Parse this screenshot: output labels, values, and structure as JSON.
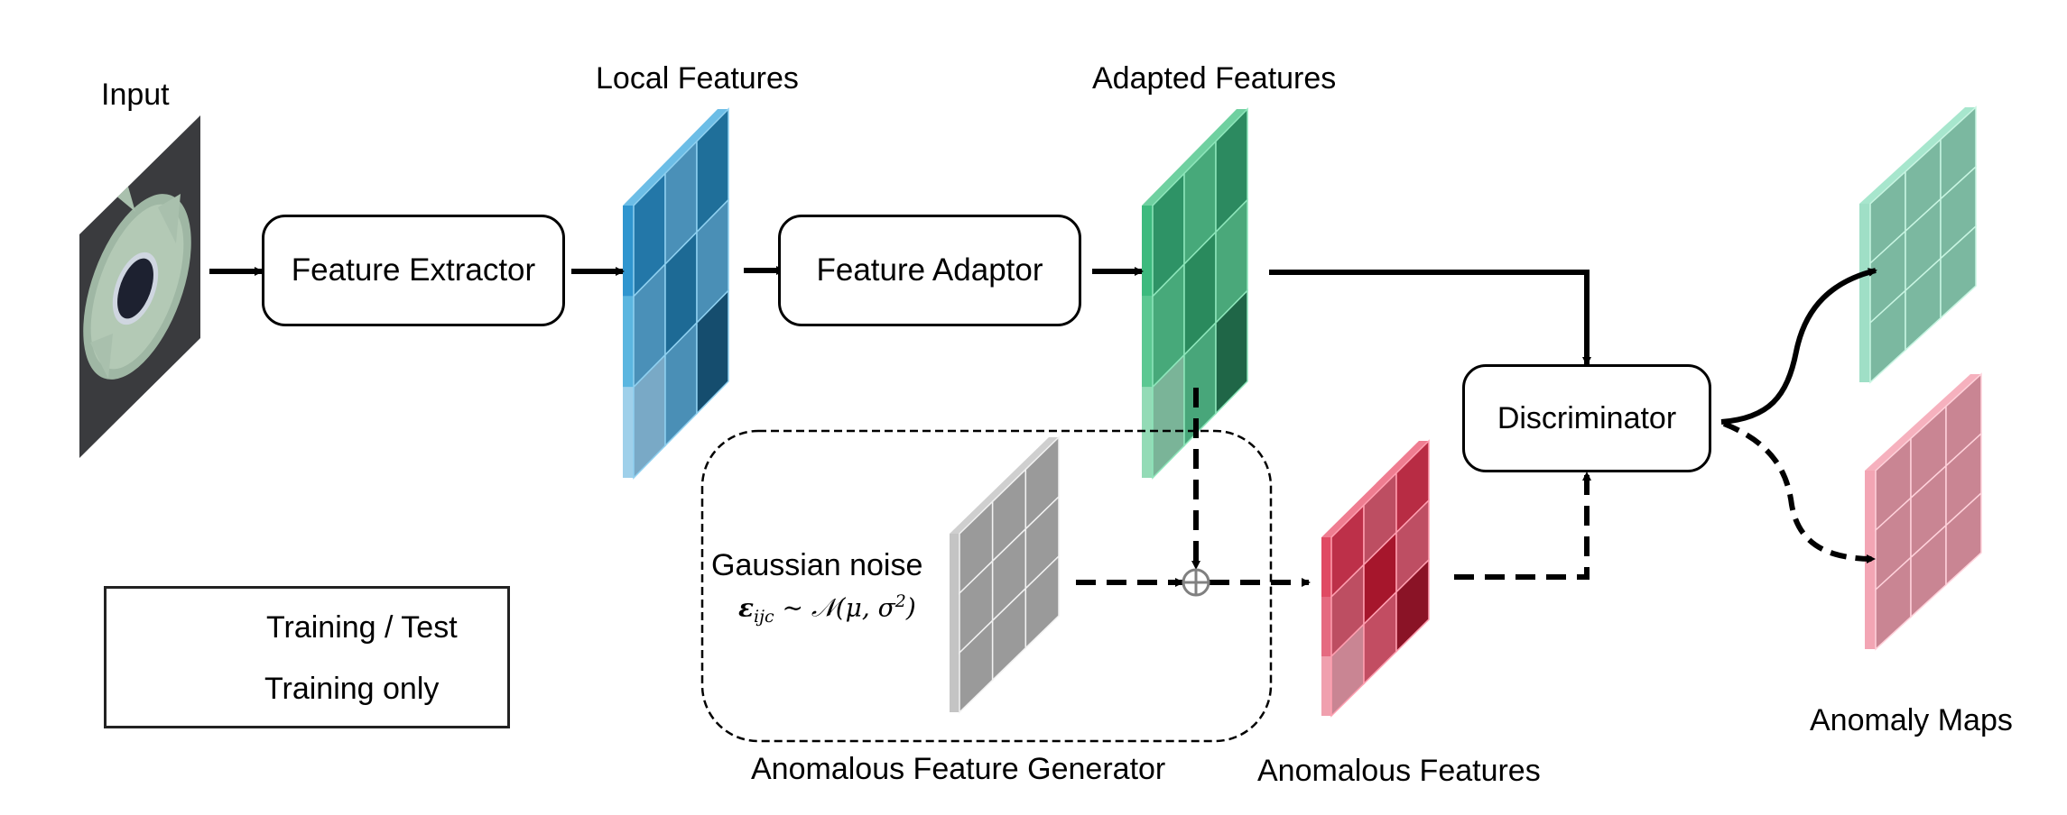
{
  "title": "Anomaly detection pipeline with anomalous feature generation",
  "labels": {
    "input": "Input",
    "local_features": "Local Features",
    "adapted_features": "Adapted Features",
    "anomalous_features": "Anomalous Features",
    "anomaly_maps": "Anomaly Maps",
    "generator": "Anomalous Feature Generator",
    "gaussian_noise": "Gaussian noise"
  },
  "formula": {
    "symbol": "ε",
    "subscript": "ijc",
    "relation": " ~ ",
    "distribution": "𝒩",
    "params_open": "(μ, σ",
    "power": "2",
    "params_close": ")"
  },
  "modules": {
    "feature_extractor": "Feature Extractor",
    "feature_adaptor": "Feature Adaptor",
    "discriminator": "Discriminator"
  },
  "legend": {
    "solid": "Training / Test",
    "dashed": "Training only"
  },
  "feature_maps": {
    "local": {
      "side": [
        "#2f95cf",
        "#5bb6e0",
        "#9fd0ea"
      ],
      "top": "#6cbde6",
      "cells": [
        [
          "#2377a8",
          "#4a90b8",
          "#1f6f9a"
        ],
        [
          "#4a90b8",
          "#1d6a95",
          "#4a8fb6"
        ],
        [
          "#79a9c6",
          "#4a8fb6",
          "#154d6e"
        ]
      ],
      "line": "#8fd0f0"
    },
    "adapted": {
      "side": [
        "#3dba7e",
        "#5cc892",
        "#93dbb6"
      ],
      "top": "#6fd0a0",
      "cells": [
        [
          "#2e9366",
          "#47a97a",
          "#2c8a60"
        ],
        [
          "#47a97a",
          "#2a8a5d",
          "#4aa87a"
        ],
        [
          "#7ab498",
          "#48a67a",
          "#1f6647"
        ]
      ],
      "line": "#8ee6bb"
    },
    "noise": {
      "side": [
        "#c4c4c4",
        "#c4c4c4",
        "#c4c4c4"
      ],
      "top": "#cfcfcf",
      "cells": [
        [
          "#9a9a9a",
          "#9a9a9a",
          "#9a9a9a"
        ],
        [
          "#9a9a9a",
          "#9a9a9a",
          "#9a9a9a"
        ],
        [
          "#9a9a9a",
          "#9a9a9a",
          "#9a9a9a"
        ]
      ],
      "line": "#f2f2f2"
    },
    "anomalous": {
      "side": [
        "#e04a63",
        "#e56a80",
        "#f0a0ae"
      ],
      "top": "#ef7d91",
      "cells": [
        [
          "#bd3049",
          "#bd4e62",
          "#b82c44"
        ],
        [
          "#bd4e62",
          "#a6162c",
          "#be4e63"
        ],
        [
          "#c98593",
          "#c24d62",
          "#8a1326"
        ]
      ],
      "line": "#ff9fb0"
    },
    "map_normal": {
      "side": [
        "#9fdfc6",
        "#9fdfc6",
        "#9fdfc6"
      ],
      "top": "#a7e6cd",
      "cells": [
        [
          "#7bb8a0",
          "#7bb8a0",
          "#7bb8a0"
        ],
        [
          "#7bb8a0",
          "#7bb8a0",
          "#7bb8a0"
        ],
        [
          "#7bb8a0",
          "#7bb8a0",
          "#7bb8a0"
        ]
      ],
      "line": "#c8f5e2"
    },
    "map_anomaly": {
      "side": [
        "#f3a5b4",
        "#f3a5b4",
        "#f3a5b4"
      ],
      "top": "#f6b1be",
      "cells": [
        [
          "#c98593",
          "#c98593",
          "#c98593"
        ],
        [
          "#c98593",
          "#c98593",
          "#c98593"
        ],
        [
          "#c98593",
          "#c98593",
          "#c98593"
        ]
      ],
      "line": "#ffd2db"
    }
  },
  "colors": {
    "line": "#000000",
    "sum_node": "#808080",
    "input_bg": "#3a3b3e"
  }
}
